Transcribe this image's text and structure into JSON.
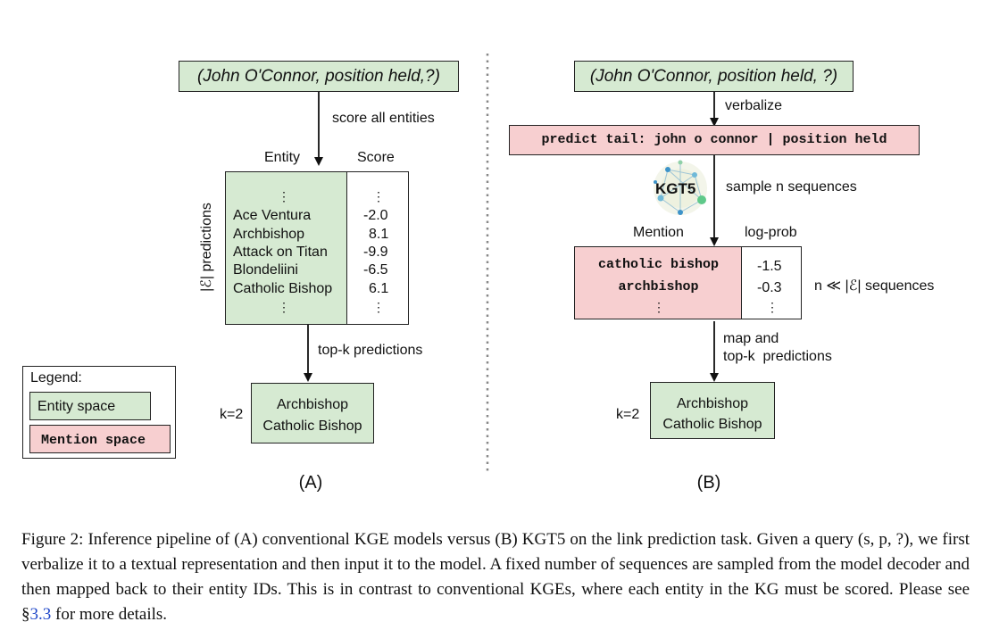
{
  "panel_a": {
    "query": "(John O'Connor, position held,?)",
    "step_score": "score all entities",
    "col_entity": "Entity",
    "col_score": "Score",
    "vertical_label": "|ℰ| predictions",
    "entities": [
      "Ace Ventura",
      "Archbishop",
      "Attack on Titan",
      "Blondeliini",
      "Catholic Bishop"
    ],
    "scores": [
      "-2.0",
      "8.1",
      "-9.9",
      "-6.5",
      "6.1"
    ],
    "ellipsis": "⋮",
    "step_topk": "top-k predictions",
    "k_label": "k=2",
    "results": [
      "Archbishop",
      "Catholic Bishop"
    ],
    "panel_label": "(A)"
  },
  "legend": {
    "title": "Legend:",
    "entity_space": "Entity space",
    "mention_space": "Mention space"
  },
  "panel_b": {
    "query": "(John O'Connor, position held, ?)",
    "step_verbalize": "verbalize",
    "verbalized": "predict tail: john o connor | position held",
    "model_name": "KGT5",
    "step_sample": "sample n sequences",
    "col_mention": "Mention",
    "col_logprob": "log-prob",
    "mentions": [
      "catholic bishop",
      "archbishop"
    ],
    "logprobs": [
      "-1.5",
      "-0.3"
    ],
    "ellipsis": "⋮",
    "seq_note": "n ≪ |ℰ| sequences",
    "step_map_1": "map and",
    "step_map_2": "top-k  predictions",
    "k_label": "k=2",
    "results": [
      "Archbishop",
      "Catholic Bishop"
    ],
    "panel_label": "(B)"
  },
  "caption": {
    "text_1": "Figure 2: Inference pipeline of (A) conventional KGE models versus (B) KGT5 on the link prediction task. Given a query (s, p, ?), we first verbalize it to a textual representation and then input it to the model. A fixed number of sequences are sampled from the model decoder and then mapped back to their entity IDs. This is in contrast to conventional KGEs, where each entity in the KG must be scored. Please see §",
    "ref": "3.3",
    "text_2": " for more details."
  }
}
